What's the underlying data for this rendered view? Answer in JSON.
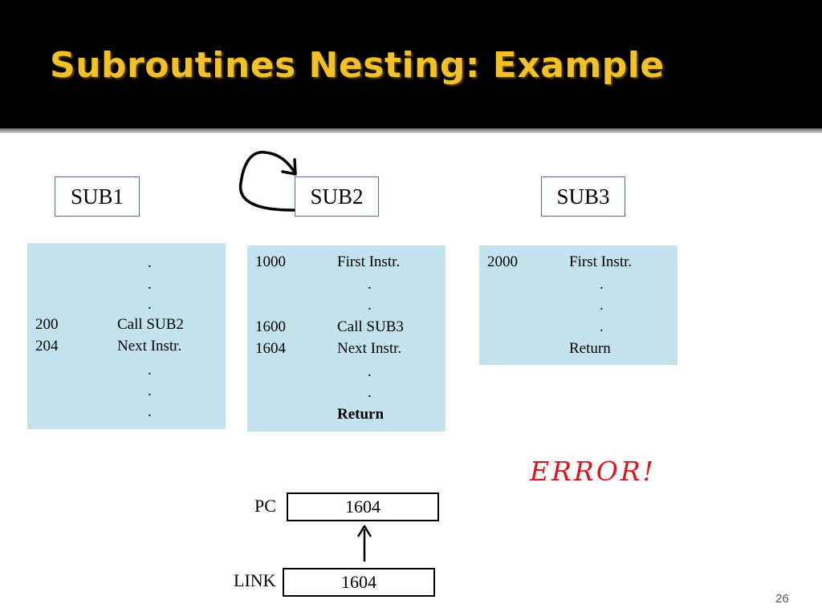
{
  "slide": {
    "title": "Subroutines Nesting:  Example",
    "page_number": "26"
  },
  "subroutines": [
    {
      "label": "SUB1",
      "lines": [
        {
          "addr": "",
          "instr": "."
        },
        {
          "addr": "",
          "instr": "."
        },
        {
          "addr": "",
          "instr": "."
        },
        {
          "addr": "200",
          "instr": "Call SUB2"
        },
        {
          "addr": "204",
          "instr": "Next Instr."
        },
        {
          "addr": "",
          "instr": "."
        },
        {
          "addr": "",
          "instr": "."
        },
        {
          "addr": "",
          "instr": "."
        }
      ]
    },
    {
      "label": "SUB2",
      "lines": [
        {
          "addr": "1000",
          "instr": "First Instr."
        },
        {
          "addr": "",
          "instr": "."
        },
        {
          "addr": "",
          "instr": "."
        },
        {
          "addr": "1600",
          "instr": "Call SUB3"
        },
        {
          "addr": "1604",
          "instr": "Next Instr."
        },
        {
          "addr": "",
          "instr": "."
        },
        {
          "addr": "",
          "instr": "."
        },
        {
          "addr": "",
          "instr": "Return"
        }
      ]
    },
    {
      "label": "SUB3",
      "lines": [
        {
          "addr": "2000",
          "instr": "First Instr."
        },
        {
          "addr": "",
          "instr": "."
        },
        {
          "addr": "",
          "instr": "."
        },
        {
          "addr": "",
          "instr": "."
        },
        {
          "addr": "",
          "instr": "Return"
        }
      ]
    }
  ],
  "error_text": "ERROR!",
  "registers": {
    "pc": {
      "label": "PC",
      "value": "1604"
    },
    "link": {
      "label": "LINK",
      "value": "1604"
    }
  },
  "colors": {
    "title": "#f2c027",
    "code_box_bg": "#c2e2ec",
    "label_border": "#4f6ea8",
    "error": "#e0141a"
  },
  "icons": {
    "loop_arrow": "curved-arrow-icon",
    "register_arrow": "arrow-up-icon"
  }
}
